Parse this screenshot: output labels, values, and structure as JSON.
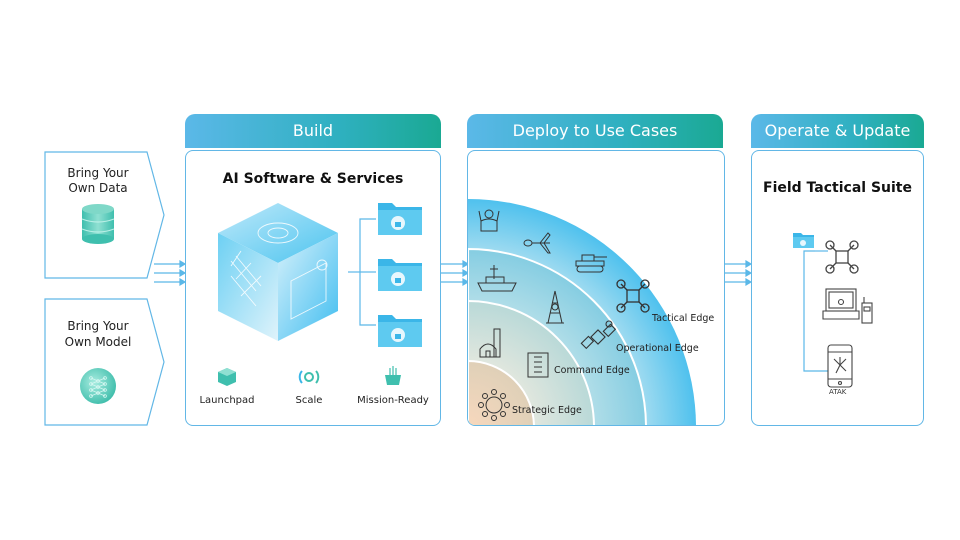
{
  "inputs": [
    {
      "title_line1": "Bring Your",
      "title_line2": "Own Data",
      "icon": "database-icon"
    },
    {
      "title_line1": "Bring Your",
      "title_line2": "Own Model",
      "icon": "neural-network-icon"
    }
  ],
  "build": {
    "header": "Build",
    "title": "AI Software & Services",
    "folders": [
      "locked-folder-icon",
      "locked-folder-icon",
      "locked-folder-icon"
    ],
    "features": [
      {
        "label": "Launchpad",
        "icon": "cube-icon"
      },
      {
        "label": "Scale",
        "icon": "scale-cycle-icon"
      },
      {
        "label": "Mission-Ready",
        "icon": "mission-ready-icon"
      }
    ]
  },
  "deploy": {
    "header": "Deploy to Use Cases",
    "rings": [
      {
        "label": "Tactical Edge",
        "icons": [
          "soldier-icon",
          "drone-plane-icon",
          "tank-icon",
          "quadcopter-icon"
        ],
        "color": "#5fc3ea"
      },
      {
        "label": "Operational Edge",
        "icons": [
          "warship-icon",
          "radio-tower-icon",
          "satellite-icon"
        ],
        "color": "#8fcfe0"
      },
      {
        "label": "Command Edge",
        "icons": [
          "base-building-icon",
          "office-building-icon"
        ],
        "color": "#c5dcd8"
      },
      {
        "label": "Strategic Edge",
        "icons": [
          "network-hub-icon"
        ],
        "color": "#f0d2b8"
      }
    ]
  },
  "operate": {
    "header": "Operate & Update",
    "title": "Field Tactical Suite",
    "devices": [
      {
        "icon": "quadcopter-icon",
        "label": ""
      },
      {
        "icon": "laptop-radio-icon",
        "label": ""
      },
      {
        "icon": "smartphone-icon",
        "label": "ATAK"
      }
    ]
  },
  "colors": {
    "accent_blue": "#5bb8e8",
    "accent_teal": "#1aa993",
    "border": "#62b7e6"
  }
}
